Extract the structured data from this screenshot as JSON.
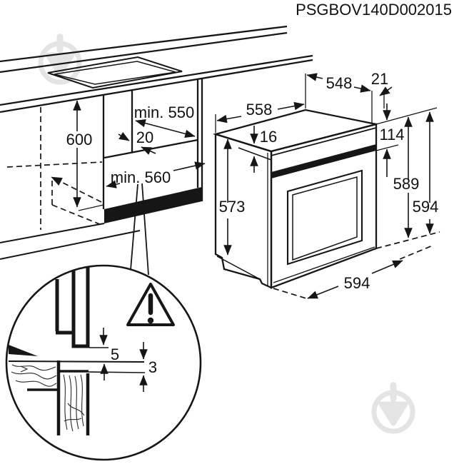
{
  "title": "PSGBOV140D002015",
  "watermark": {
    "color": "#e4e4e4",
    "icon": "pin-in-circle-watermark"
  },
  "drawing": {
    "ink": "#161616",
    "cabinet": {
      "height": "600",
      "depth_min": "min. 550",
      "back_gap": "20",
      "width_min": "min. 560"
    },
    "oven": {
      "top_depth": "548",
      "rear_gap": "21",
      "top_width": "558",
      "top_offset": "16",
      "panel_height": "114",
      "height_back": "589",
      "height_total": "594",
      "height_front": "573",
      "width_bottom": "594"
    },
    "detail": {
      "clearance_top": "5",
      "clearance_bottom": "3"
    }
  }
}
